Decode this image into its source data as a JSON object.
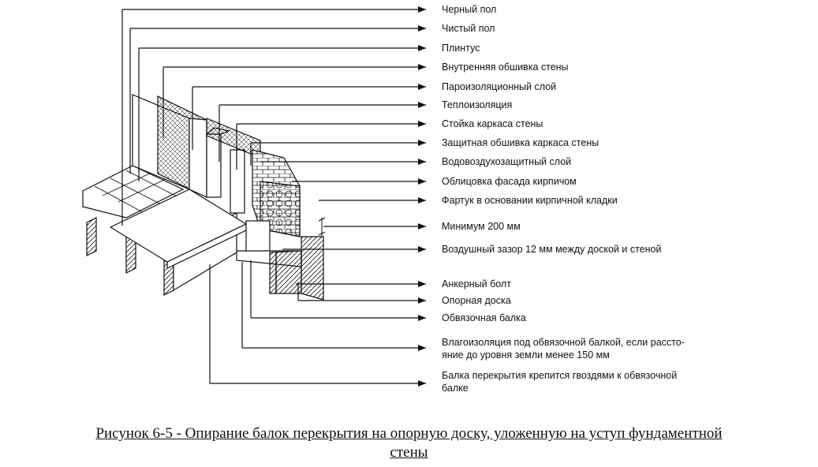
{
  "labels": [
    "Черный пол",
    "Чистый пол",
    "Плинтус",
    "Внутренняя обшивка стены",
    "Пароизоляционный слой",
    "Теплоизоляция",
    "Стойка каркаса стены",
    "Защитная обшивка каркаса стены",
    "Водовоздухозащитный слой",
    "Облицовка фасада кирпичом",
    "Фартук в основании кирпичной кладки",
    "Минимум 200 мм",
    "Воздушный зазор 12 мм между доской и стеной",
    "Анкерный болт",
    "Опорная доска",
    "Обвязочная балка",
    "Влагоизоляция под обвязочной балкой, если рассто-",
    "яние до уровня земли менее 150 мм",
    "Балка перекрытия крепится гвоздями к обвязочной",
    "балке"
  ],
  "caption": {
    "line1": "Рисунок 6-5 - Опирание балок перекрытия на опорную доску, уложенную на уступ фундаментной",
    "line2": "стены"
  }
}
